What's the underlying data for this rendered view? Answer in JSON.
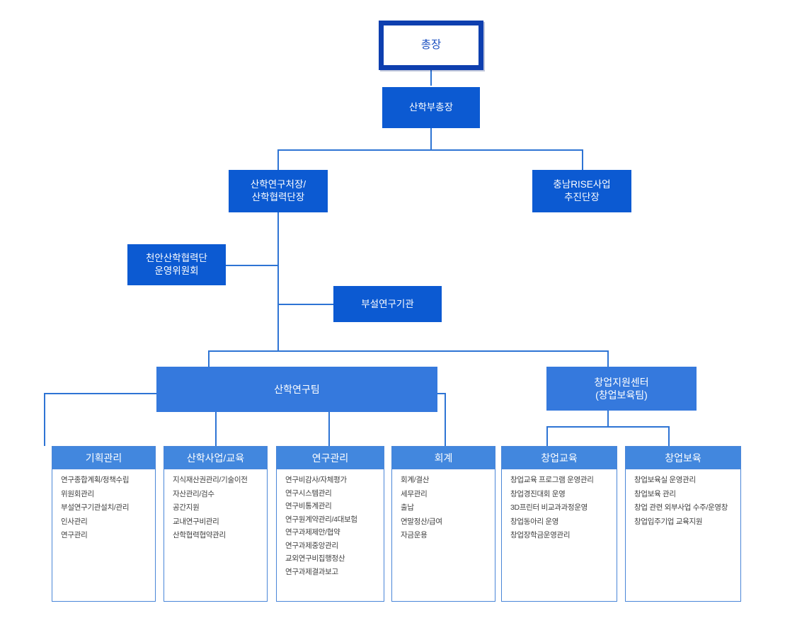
{
  "title": "산학협력단 조직도",
  "colors": {
    "root_border": "#0E3FAF",
    "root_text": "#1A4FC0",
    "dark_box": "#0C5AD2",
    "team_box": "#3579DD",
    "column_header": "#4287DE",
    "connector": "#2E74D4",
    "item_text": "#3F3F3F",
    "card_border": "#4A86D8",
    "background": "#FFFFFF"
  },
  "nodes": {
    "president": "총장",
    "vice_president": "산학부총장",
    "research_director": "산학연구처장/\n산학협력단장",
    "rise_director": "충남RISE사업\n추진단장",
    "steering_committee": "천안산학협력단\n운영위원회",
    "affiliated_institute": "부설연구기관",
    "industry_research_team": "산학연구팀",
    "startup_support_center": "창업지원센터\n(창업보육팀)"
  },
  "columns": [
    {
      "header": "기획관리",
      "items": [
        "연구종합계획/정책수립",
        "위원회관리",
        "부설연구기관설치/관리",
        "인사관리",
        "연구관리"
      ]
    },
    {
      "header": "산학사업/교육",
      "items": [
        "지식재산권관리/기술이전",
        "자산관리/검수",
        "공간지원",
        "교내연구비관리",
        "산학협력협약관리"
      ]
    },
    {
      "header": "연구관리",
      "items": [
        "연구비감사/자체평가",
        "연구시스템관리",
        "연구비통계관리",
        "연구원계약관리/4대보험",
        "연구과제제안/협약",
        "연구과제중앙관리",
        "교외연구비집행정산",
        "연구과제결과보고"
      ]
    },
    {
      "header": "회계",
      "items": [
        "회계/결산",
        "세무관리",
        "출납",
        "연말정산/급여",
        "자금운용"
      ]
    },
    {
      "header": "창업교육",
      "items": [
        "창업교육 프로그램 운영관리",
        "창업경진대회 운영",
        "3D프린터 비교과과정운영",
        "창업동아리 운영",
        "창업장학금운영관리"
      ]
    },
    {
      "header": "창업보육",
      "items": [
        "창업보육실 운영관리",
        "창업보육 관리",
        "창업 관련 외부사업 수주/운영창",
        "창업입주기업 교육지원"
      ]
    }
  ]
}
